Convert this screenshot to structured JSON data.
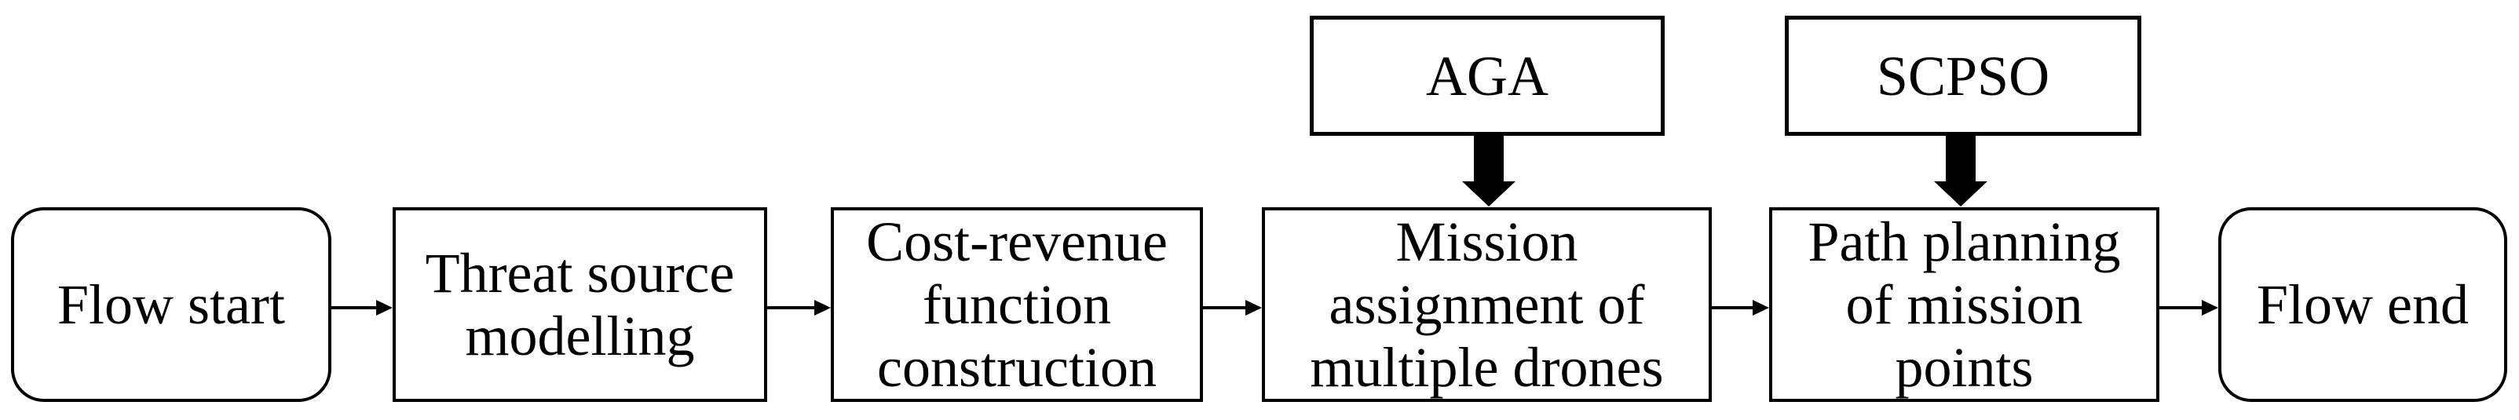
{
  "diagram": {
    "type": "flowchart",
    "colors": {
      "background": "#ffffff",
      "line": "#000000",
      "text": "#000000"
    },
    "flow_nodes": {
      "flow_start": {
        "label": "Flow start",
        "shape": "rounded"
      },
      "threat_source": {
        "label": "Threat source\nmodelling",
        "shape": "rect"
      },
      "cost_revenue": {
        "label": "Cost-revenue\nfunction\nconstruction",
        "shape": "rect"
      },
      "mission_assignment": {
        "label": "Mission\nassignment of\nmultiple drones",
        "shape": "rect"
      },
      "path_planning": {
        "label": "Path planning\nof mission\npoints",
        "shape": "rect"
      },
      "flow_end": {
        "label": "Flow end",
        "shape": "rounded"
      }
    },
    "algorithm_nodes": {
      "aga": {
        "label": "AGA"
      },
      "scpso": {
        "label": "SCPSO"
      }
    },
    "edges": [
      {
        "from": "flow_start",
        "to": "threat_source",
        "style": "thin-arrow"
      },
      {
        "from": "threat_source",
        "to": "cost_revenue",
        "style": "thin-arrow"
      },
      {
        "from": "cost_revenue",
        "to": "mission_assignment",
        "style": "thin-arrow"
      },
      {
        "from": "mission_assignment",
        "to": "path_planning",
        "style": "thin-arrow"
      },
      {
        "from": "path_planning",
        "to": "flow_end",
        "style": "thin-arrow"
      },
      {
        "from": "aga",
        "to": "mission_assignment",
        "style": "thick-arrow"
      },
      {
        "from": "scpso",
        "to": "path_planning",
        "style": "thick-arrow"
      }
    ]
  }
}
